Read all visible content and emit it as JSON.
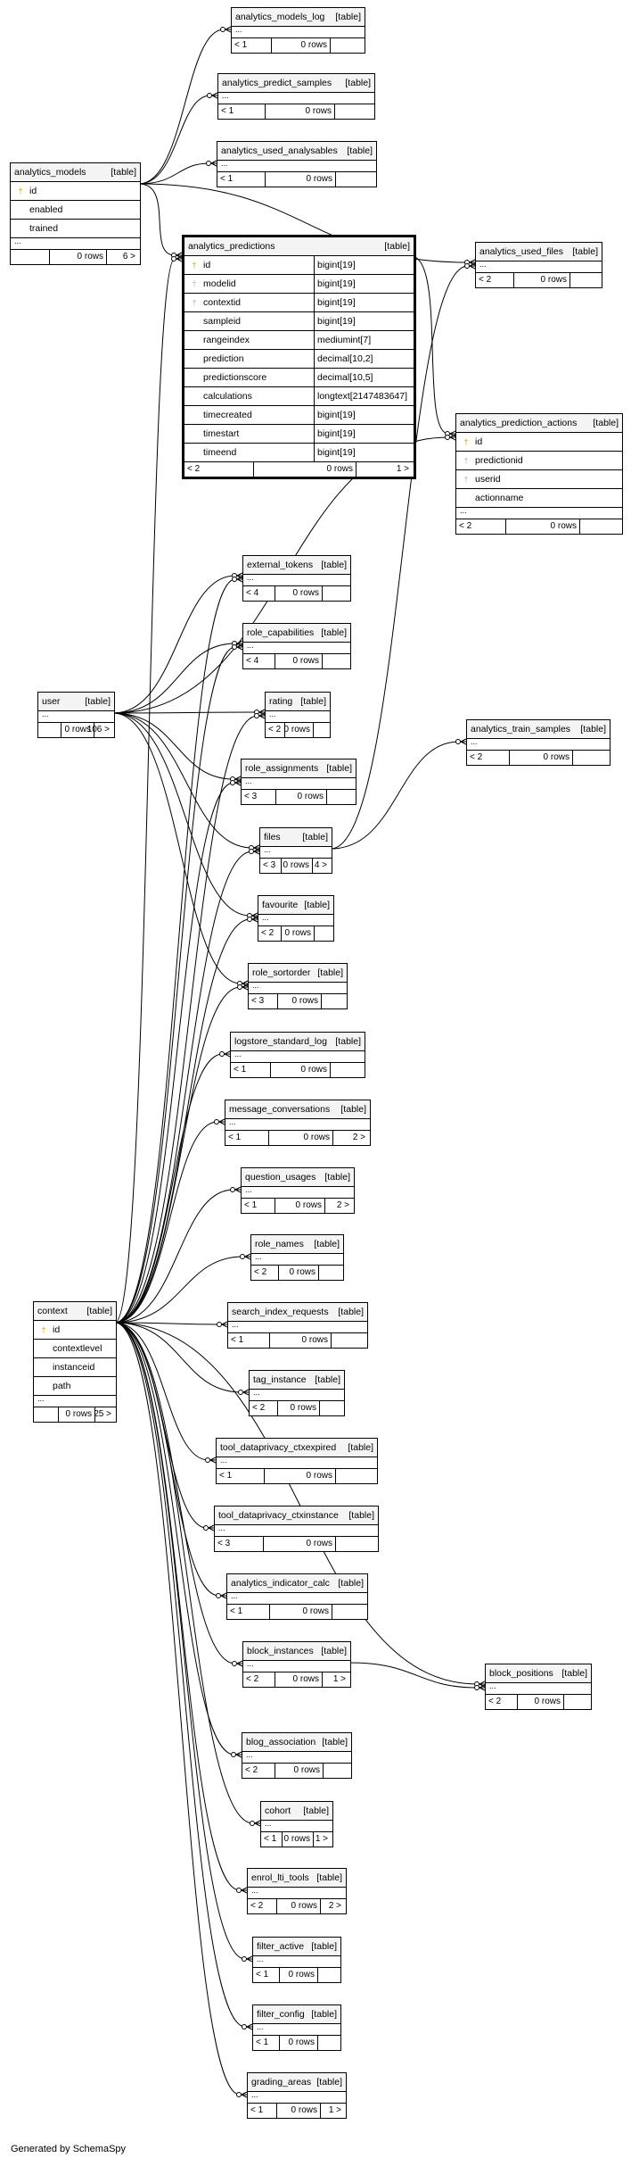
{
  "footer": "Generated by SchemaSpy",
  "tables": [
    {
      "id": "analytics_models_log",
      "name": "analytics_models_log",
      "type": "[table]",
      "dots": "...",
      "footer": {
        "left": "< 1",
        "mid": "0 rows",
        "right": ""
      }
    },
    {
      "id": "analytics_predict_samples",
      "name": "analytics_predict_samples",
      "type": "[table]",
      "dots": "...",
      "footer": {
        "left": "< 1",
        "mid": "0 rows",
        "right": ""
      }
    },
    {
      "id": "analytics_used_analysables",
      "name": "analytics_used_analysables",
      "type": "[table]",
      "dots": "...",
      "footer": {
        "left": "< 1",
        "mid": "0 rows",
        "right": ""
      }
    },
    {
      "id": "analytics_models",
      "name": "analytics_models",
      "type": "[table]",
      "columns": [
        {
          "name": "id",
          "icon": "pk"
        },
        {
          "name": "enabled",
          "icon": ""
        },
        {
          "name": "trained",
          "icon": ""
        }
      ],
      "dots": "...",
      "footer": {
        "left": "",
        "mid": "0 rows",
        "right": "6 >"
      }
    },
    {
      "id": "analytics_predictions",
      "name": "analytics_predictions",
      "type": "[table]",
      "focus": true,
      "columns": [
        {
          "name": "id",
          "icon": "pk",
          "dtype": "bigint[19]"
        },
        {
          "name": "modelid",
          "icon": "fk",
          "dtype": "bigint[19]"
        },
        {
          "name": "contextid",
          "icon": "fk",
          "dtype": "bigint[19]"
        },
        {
          "name": "sampleid",
          "icon": "",
          "dtype": "bigint[19]"
        },
        {
          "name": "rangeindex",
          "icon": "",
          "dtype": "mediumint[7]"
        },
        {
          "name": "prediction",
          "icon": "",
          "dtype": "decimal[10,2]"
        },
        {
          "name": "predictionscore",
          "icon": "",
          "dtype": "decimal[10,5]"
        },
        {
          "name": "calculations",
          "icon": "",
          "dtype": "longtext[2147483647]"
        },
        {
          "name": "timecreated",
          "icon": "",
          "dtype": "bigint[19]"
        },
        {
          "name": "timestart",
          "icon": "",
          "dtype": "bigint[19]"
        },
        {
          "name": "timeend",
          "icon": "",
          "dtype": "bigint[19]"
        }
      ],
      "footer": {
        "left": "< 2",
        "mid": "0 rows",
        "right": "1 >"
      }
    },
    {
      "id": "analytics_used_files",
      "name": "analytics_used_files",
      "type": "[table]",
      "dots": "...",
      "footer": {
        "left": "< 2",
        "mid": "0 rows",
        "right": ""
      }
    },
    {
      "id": "analytics_prediction_actions",
      "name": "analytics_prediction_actions",
      "type": "[table]",
      "columns": [
        {
          "name": "id",
          "icon": "pk"
        },
        {
          "name": "predictionid",
          "icon": "fk"
        },
        {
          "name": "userid",
          "icon": "fk"
        },
        {
          "name": "actionname",
          "icon": ""
        }
      ],
      "dots": "...",
      "footer": {
        "left": "< 2",
        "mid": "0 rows",
        "right": ""
      }
    },
    {
      "id": "external_tokens",
      "name": "external_tokens",
      "type": "[table]",
      "dots": "...",
      "footer": {
        "left": "< 4",
        "mid": "0 rows",
        "right": ""
      }
    },
    {
      "id": "role_capabilities",
      "name": "role_capabilities",
      "type": "[table]",
      "dots": "...",
      "footer": {
        "left": "< 4",
        "mid": "0 rows",
        "right": ""
      }
    },
    {
      "id": "user",
      "name": "user",
      "type": "[table]",
      "dots": "...",
      "footer": {
        "left": "",
        "mid": "0 rows",
        "right": "106 >"
      }
    },
    {
      "id": "rating",
      "name": "rating",
      "type": "[table]",
      "dots": "...",
      "footer": {
        "left": "< 2",
        "mid": "0 rows",
        "right": ""
      }
    },
    {
      "id": "analytics_train_samples",
      "name": "analytics_train_samples",
      "type": "[table]",
      "dots": "...",
      "footer": {
        "left": "< 2",
        "mid": "0 rows",
        "right": ""
      }
    },
    {
      "id": "role_assignments",
      "name": "role_assignments",
      "type": "[table]",
      "dots": "...",
      "footer": {
        "left": "< 3",
        "mid": "0 rows",
        "right": ""
      }
    },
    {
      "id": "files",
      "name": "files",
      "type": "[table]",
      "dots": "...",
      "footer": {
        "left": "< 3",
        "mid": "0 rows",
        "right": "4 >"
      }
    },
    {
      "id": "favourite",
      "name": "favourite",
      "type": "[table]",
      "dots": "...",
      "footer": {
        "left": "< 2",
        "mid": "0 rows",
        "right": ""
      }
    },
    {
      "id": "role_sortorder",
      "name": "role_sortorder",
      "type": "[table]",
      "dots": "...",
      "footer": {
        "left": "< 3",
        "mid": "0 rows",
        "right": ""
      }
    },
    {
      "id": "logstore_standard_log",
      "name": "logstore_standard_log",
      "type": "[table]",
      "dots": "...",
      "footer": {
        "left": "< 1",
        "mid": "0 rows",
        "right": ""
      }
    },
    {
      "id": "message_conversations",
      "name": "message_conversations",
      "type": "[table]",
      "dots": "...",
      "footer": {
        "left": "< 1",
        "mid": "0 rows",
        "right": "2 >"
      }
    },
    {
      "id": "question_usages",
      "name": "question_usages",
      "type": "[table]",
      "dots": "...",
      "footer": {
        "left": "< 1",
        "mid": "0 rows",
        "right": "2 >"
      }
    },
    {
      "id": "role_names",
      "name": "role_names",
      "type": "[table]",
      "dots": "...",
      "footer": {
        "left": "< 2",
        "mid": "0 rows",
        "right": ""
      }
    },
    {
      "id": "context",
      "name": "context",
      "type": "[table]",
      "columns": [
        {
          "name": "id",
          "icon": "pk"
        },
        {
          "name": "contextlevel",
          "icon": ""
        },
        {
          "name": "instanceid",
          "icon": ""
        },
        {
          "name": "path",
          "icon": ""
        }
      ],
      "dots": "...",
      "footer": {
        "left": "",
        "mid": "0 rows",
        "right": "25 >"
      }
    },
    {
      "id": "search_index_requests",
      "name": "search_index_requests",
      "type": "[table]",
      "dots": "...",
      "footer": {
        "left": "< 1",
        "mid": "0 rows",
        "right": ""
      }
    },
    {
      "id": "tag_instance",
      "name": "tag_instance",
      "type": "[table]",
      "dots": "...",
      "footer": {
        "left": "< 2",
        "mid": "0 rows",
        "right": ""
      }
    },
    {
      "id": "tool_dataprivacy_ctxexpired",
      "name": "tool_dataprivacy_ctxexpired",
      "type": "[table]",
      "dots": "...",
      "footer": {
        "left": "< 1",
        "mid": "0 rows",
        "right": ""
      }
    },
    {
      "id": "tool_dataprivacy_ctxinstance",
      "name": "tool_dataprivacy_ctxinstance",
      "type": "[table]",
      "dots": "...",
      "footer": {
        "left": "< 3",
        "mid": "0 rows",
        "right": ""
      }
    },
    {
      "id": "analytics_indicator_calc",
      "name": "analytics_indicator_calc",
      "type": "[table]",
      "dots": "...",
      "footer": {
        "left": "< 1",
        "mid": "0 rows",
        "right": ""
      }
    },
    {
      "id": "block_instances",
      "name": "block_instances",
      "type": "[table]",
      "dots": "...",
      "footer": {
        "left": "< 2",
        "mid": "0 rows",
        "right": "1 >"
      }
    },
    {
      "id": "block_positions",
      "name": "block_positions",
      "type": "[table]",
      "dots": "...",
      "footer": {
        "left": "< 2",
        "mid": "0 rows",
        "right": ""
      }
    },
    {
      "id": "blog_association",
      "name": "blog_association",
      "type": "[table]",
      "dots": "...",
      "footer": {
        "left": "< 2",
        "mid": "0 rows",
        "right": ""
      }
    },
    {
      "id": "cohort",
      "name": "cohort",
      "type": "[table]",
      "dots": "...",
      "footer": {
        "left": "< 1",
        "mid": "0 rows",
        "right": "1 >"
      }
    },
    {
      "id": "enrol_lti_tools",
      "name": "enrol_lti_tools",
      "type": "[table]",
      "dots": "...",
      "footer": {
        "left": "< 2",
        "mid": "0 rows",
        "right": "2 >"
      }
    },
    {
      "id": "filter_active",
      "name": "filter_active",
      "type": "[table]",
      "dots": "...",
      "footer": {
        "left": "< 1",
        "mid": "0 rows",
        "right": ""
      }
    },
    {
      "id": "filter_config",
      "name": "filter_config",
      "type": "[table]",
      "dots": "...",
      "footer": {
        "left": "< 1",
        "mid": "0 rows",
        "right": ""
      }
    },
    {
      "id": "grading_areas",
      "name": "grading_areas",
      "type": "[table]",
      "dots": "...",
      "footer": {
        "left": "< 1",
        "mid": "0 rows",
        "right": "1 >"
      }
    }
  ],
  "relationships": [
    {
      "from": "analytics_models",
      "to": "analytics_models_log"
    },
    {
      "from": "analytics_models",
      "to": "analytics_predict_samples"
    },
    {
      "from": "analytics_models",
      "to": "analytics_used_analysables"
    },
    {
      "from": "analytics_models",
      "to": "analytics_predictions"
    },
    {
      "from": "analytics_models",
      "to": "analytics_used_files"
    },
    {
      "from": "analytics_predictions",
      "to": "analytics_prediction_actions"
    },
    {
      "from": "user",
      "to": "analytics_prediction_actions"
    },
    {
      "from": "files",
      "to": "analytics_used_files"
    },
    {
      "from": "files",
      "to": "analytics_train_samples"
    },
    {
      "from": "user",
      "to": "external_tokens"
    },
    {
      "from": "user",
      "to": "role_capabilities"
    },
    {
      "from": "user",
      "to": "rating"
    },
    {
      "from": "user",
      "to": "role_assignments"
    },
    {
      "from": "user",
      "to": "files"
    },
    {
      "from": "user",
      "to": "favourite"
    },
    {
      "from": "user",
      "to": "role_sortorder"
    },
    {
      "from": "context",
      "to": "analytics_predictions"
    },
    {
      "from": "context",
      "to": "external_tokens"
    },
    {
      "from": "context",
      "to": "role_capabilities"
    },
    {
      "from": "context",
      "to": "rating"
    },
    {
      "from": "context",
      "to": "role_assignments"
    },
    {
      "from": "context",
      "to": "files"
    },
    {
      "from": "context",
      "to": "favourite"
    },
    {
      "from": "context",
      "to": "role_sortorder"
    },
    {
      "from": "context",
      "to": "logstore_standard_log"
    },
    {
      "from": "context",
      "to": "message_conversations"
    },
    {
      "from": "context",
      "to": "question_usages"
    },
    {
      "from": "context",
      "to": "role_names"
    },
    {
      "from": "context",
      "to": "search_index_requests"
    },
    {
      "from": "context",
      "to": "tag_instance"
    },
    {
      "from": "context",
      "to": "tool_dataprivacy_ctxexpired"
    },
    {
      "from": "context",
      "to": "tool_dataprivacy_ctxinstance"
    },
    {
      "from": "context",
      "to": "analytics_indicator_calc"
    },
    {
      "from": "context",
      "to": "block_instances"
    },
    {
      "from": "context",
      "to": "block_positions"
    },
    {
      "from": "block_instances",
      "to": "block_positions"
    },
    {
      "from": "context",
      "to": "blog_association"
    },
    {
      "from": "context",
      "to": "cohort"
    },
    {
      "from": "context",
      "to": "enrol_lti_tools"
    },
    {
      "from": "context",
      "to": "filter_active"
    },
    {
      "from": "context",
      "to": "filter_config"
    },
    {
      "from": "context",
      "to": "grading_areas"
    }
  ]
}
